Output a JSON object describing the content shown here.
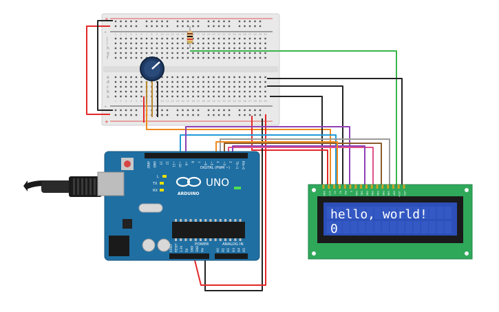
{
  "breadboard": {
    "row_letters_top": [
      "j",
      "i",
      "h",
      "g",
      "f"
    ],
    "row_letters_bottom": [
      "e",
      "d",
      "c",
      "b",
      "a"
    ],
    "rail_plus": "+",
    "rail_minus": "-",
    "column_numbers": [
      "1",
      "2",
      "3",
      "4",
      "5",
      "6",
      "7",
      "8",
      "9",
      "10",
      "11",
      "12",
      "13",
      "14",
      "15",
      "16",
      "17",
      "18",
      "19",
      "20",
      "21",
      "22",
      "23",
      "24",
      "25",
      "26",
      "27",
      "28",
      "29",
      "30"
    ]
  },
  "arduino": {
    "logo_text": "UNO",
    "brand": "ARDUINO",
    "digital_label": "DIGITAL (PWM ~)",
    "power_label": "POWER",
    "analog_label": "ANALOG IN",
    "led_tx": "TX",
    "led_rx": "RX",
    "led_l": "L",
    "top_pins": [
      "AREF",
      "GND",
      "13",
      "12",
      "~11",
      "~10",
      "~9",
      "8",
      "7",
      "~6",
      "~5",
      "4",
      "~3",
      "2",
      "TX→1",
      "RX←0"
    ],
    "power_pins": [
      "IOREF",
      "RESET",
      "3.3V",
      "5V",
      "GND",
      "GND",
      "Vin"
    ],
    "analog_pins": [
      "A0",
      "A1",
      "A2",
      "A3",
      "A4",
      "A5"
    ]
  },
  "lcd": {
    "line1": "hello, world!",
    "line2": "0",
    "pin_labels": [
      "GND",
      "VCC",
      "V0",
      "RS",
      "RW",
      "E",
      "DB0",
      "DB1",
      "DB2",
      "DB3",
      "DB4",
      "DB5",
      "DB6",
      "DB7",
      "LED+",
      "LED-"
    ]
  },
  "colors": {
    "wire_red": "#e32727",
    "wire_black": "#222222",
    "wire_green": "#3ab54a",
    "wire_orange": "#f08a1c",
    "wire_purple": "#8e3fb5",
    "wire_blue": "#1f9ad6",
    "wire_brown": "#8a5a2b",
    "wire_pink": "#e0508a",
    "wire_gray": "#9a9a9a",
    "arduino_blue": "#1f6fa3",
    "lcd_green": "#2fa85a",
    "lcd_screen": "#2c4fb8"
  }
}
